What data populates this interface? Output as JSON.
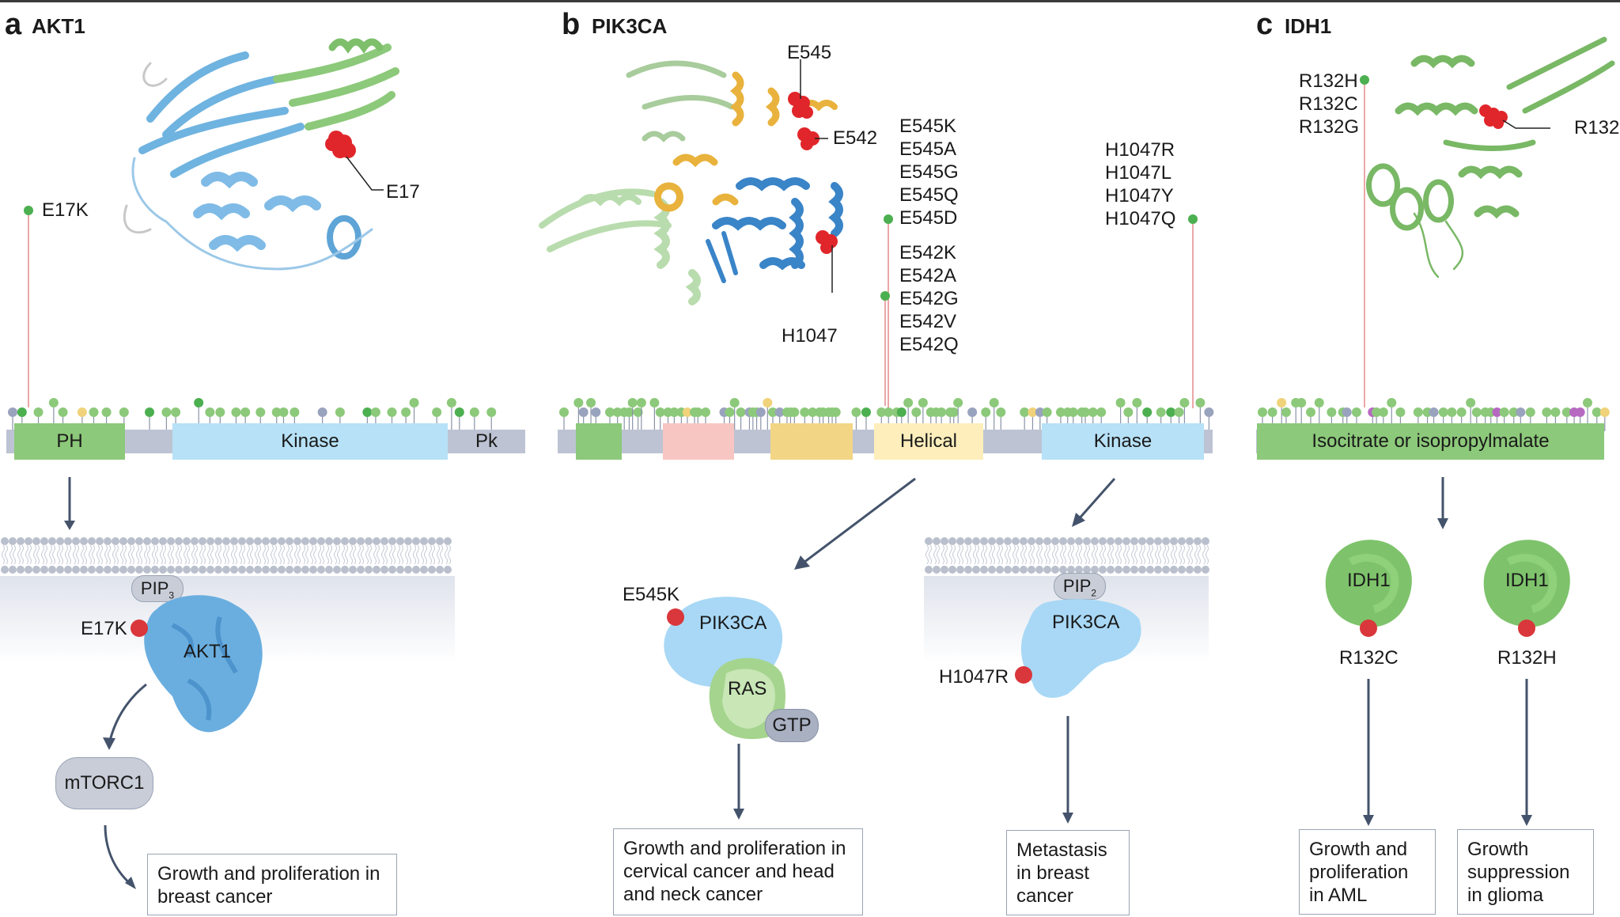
{
  "panels": {
    "a": {
      "letter": "a",
      "title": "AKT1",
      "structure_label": "E17",
      "hotspot_label": "E17K",
      "domains": [
        {
          "label": "PH",
          "color": "#8cc97a"
        },
        {
          "label": "Kinase",
          "color": "#b7e1f7"
        },
        {
          "label": "Pk",
          "color": "#bdc3d3"
        }
      ],
      "pathway": {
        "lipid": "PIP",
        "lipid_sub": "3",
        "mutation": "E17K",
        "protein": "AKT1",
        "effector": "mTORC1",
        "outcome": "Growth and proliferation in breast cancer"
      }
    },
    "b": {
      "letter": "b",
      "title": "PIK3CA",
      "structure_labels": [
        "E545",
        "E542",
        "H1047"
      ],
      "hotspot_groups": [
        {
          "position": "E545",
          "variants": [
            "E545K",
            "E545A",
            "E545G",
            "E545Q",
            "E545D"
          ]
        },
        {
          "position": "E542",
          "variants": [
            "E542K",
            "E542A",
            "E542G",
            "E542V",
            "E542Q"
          ]
        },
        {
          "position": "H1047",
          "variants": [
            "H1047R",
            "H1047L",
            "H1047Y",
            "H1047Q"
          ]
        }
      ],
      "domains": [
        {
          "label": "",
          "color": "#8cc97a"
        },
        {
          "label": "",
          "color": "#f7c6c2"
        },
        {
          "label": "",
          "color": "#f2d585"
        },
        {
          "label": "Helical",
          "color": "#fdeebb"
        },
        {
          "label": "Kinase",
          "color": "#b7e1f7"
        }
      ],
      "pathway_left": {
        "mutation": "E545K",
        "protein": "PIK3CA",
        "partner": "RAS",
        "nucleotide": "GTP",
        "outcome": "Growth and proliferation in cervical cancer and head and neck cancer"
      },
      "pathway_right": {
        "lipid": "PIP",
        "lipid_sub": "2",
        "mutation": "H1047R",
        "protein": "PIK3CA",
        "outcome": "Metastasis in breast cancer"
      }
    },
    "c": {
      "letter": "c",
      "title": "IDH1",
      "structure_label": "R132",
      "hotspot_variants": [
        "R132H",
        "R132C",
        "R132G"
      ],
      "domains": [
        {
          "label": "Isocitrate or isopropylmalate",
          "color": "#8cc97a"
        }
      ],
      "pathway_left": {
        "protein": "IDH1",
        "mutation": "R132C",
        "outcome": "Growth and proliferation in AML"
      },
      "pathway_right": {
        "protein": "IDH1",
        "mutation": "R132H",
        "outcome": "Growth suppression in glioma"
      }
    }
  },
  "colors": {
    "hotspot_stem": "#e58a8a",
    "lollipop_green": "#8cc97a",
    "lollipop_dark_green": "#4caf50",
    "mutation_red": "#d9373b",
    "arrow": "#44536b",
    "backbone": "#bdc3d3"
  }
}
